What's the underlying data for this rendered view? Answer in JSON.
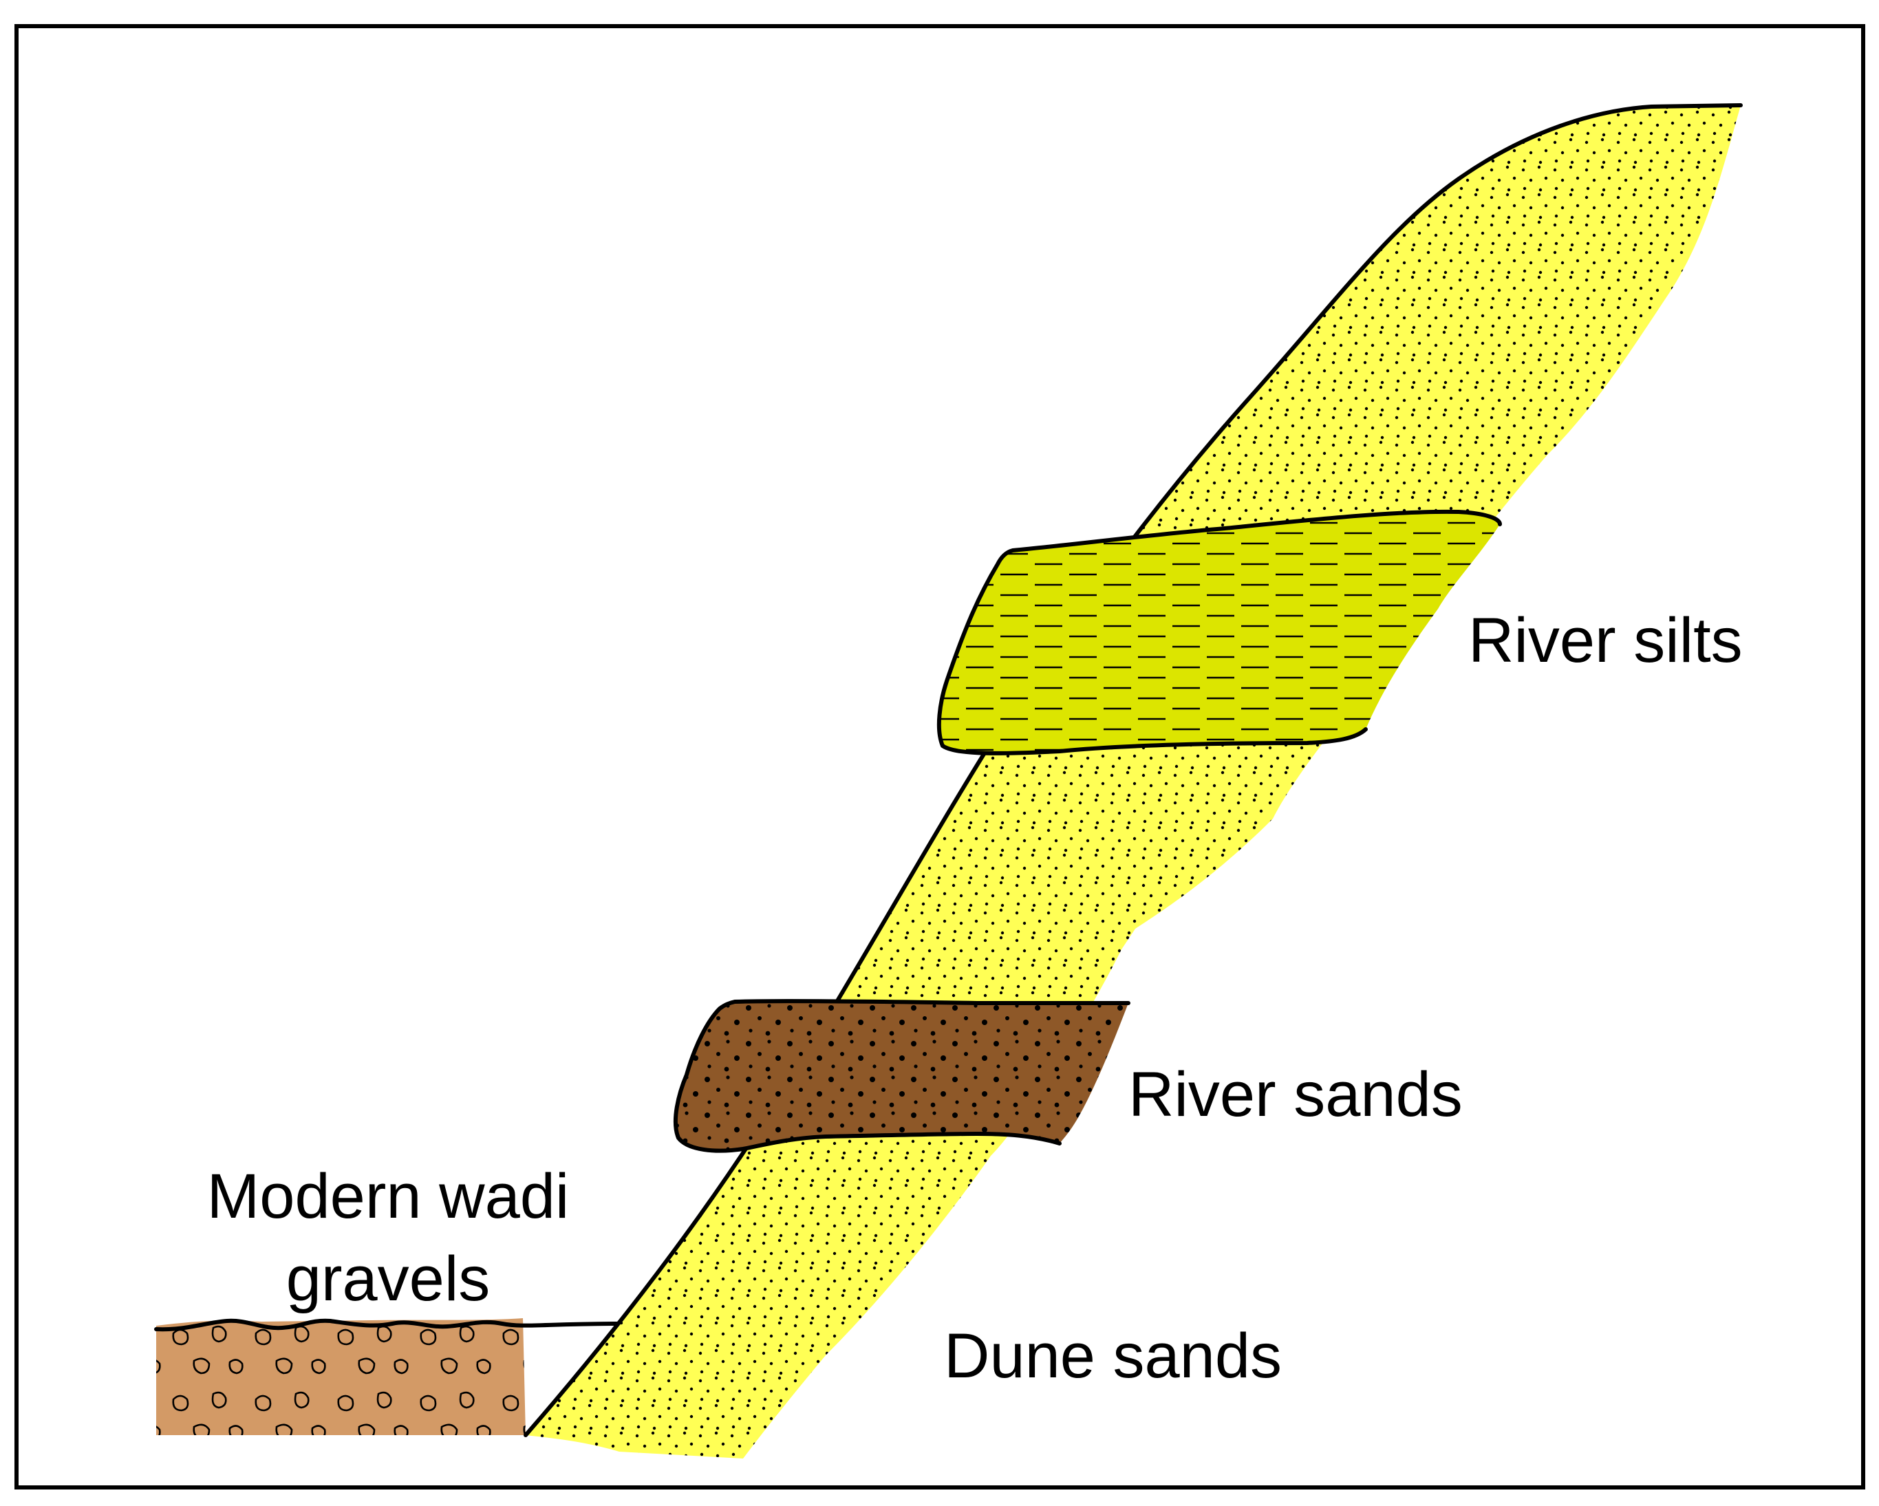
{
  "labels": {
    "river_silts": "River silts",
    "river_sands": "River sands",
    "wadi_line1": "Modern wadi",
    "wadi_line2": "gravels",
    "dune_sands": "Dune sands"
  },
  "colors": {
    "dune_sand": "#ffff55",
    "river_silt": "#dce500",
    "river_sand": "#8e5828",
    "wadi_gravel": "#d39a66",
    "outline": "#000000",
    "frame": "#000000",
    "background": "#ffffff"
  },
  "patterns": {
    "dune_sands": "fine-stipple",
    "river_silts": "horizontal-dashes",
    "river_sands": "coarse-stipple",
    "wadi_gravels": "pebbles"
  }
}
